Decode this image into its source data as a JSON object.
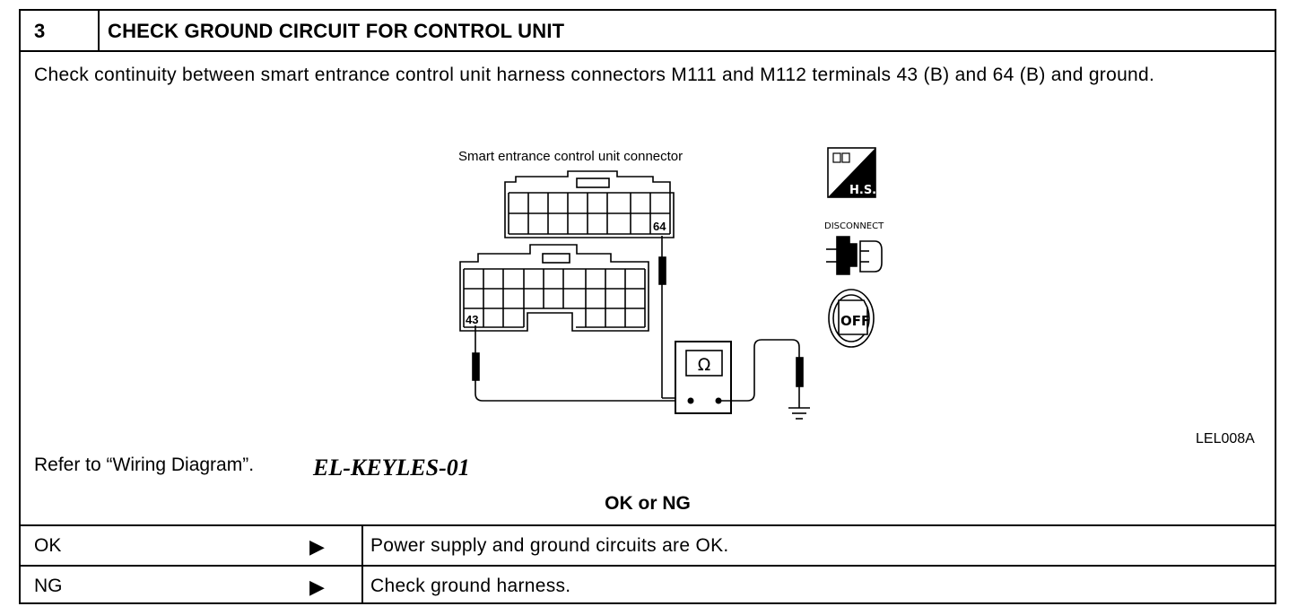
{
  "step": {
    "number": "3",
    "title": "CHECK GROUND CIRCUIT FOR CONTROL UNIT"
  },
  "instruction": "Check continuity between smart entrance control unit harness connectors M111 and M112 terminals 43 (B) and 64 (B) and ground.",
  "diagram": {
    "caption": "Smart entrance control unit connector",
    "terminal_upper": "64",
    "terminal_lower": "43",
    "meter_symbol": "Ω",
    "icons": {
      "hs_label": "H.S.",
      "disconnect_label": "DISCONNECT",
      "off_label": "OFF",
      "hs_icon": "harness-side-icon",
      "disconnect_icon": "disconnect-connector-icon",
      "ignition_icon": "ignition-off-key-icon"
    },
    "figure_id": "LEL008A"
  },
  "reference": {
    "text": "Refer to “Wiring Diagram”.",
    "code": "EL-KEYLES-01"
  },
  "result_header": "OK or NG",
  "results": [
    {
      "label": "OK",
      "arrow": "▶",
      "text": "Power supply and ground circuits are OK."
    },
    {
      "label": "NG",
      "arrow": "▶",
      "text": "Check ground harness."
    }
  ]
}
